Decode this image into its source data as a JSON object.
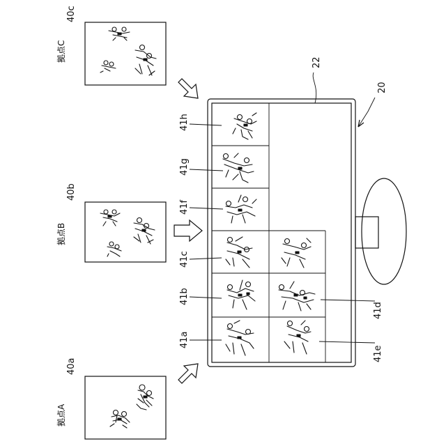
{
  "sites": [
    {
      "id": "40a",
      "name": "拠点A"
    },
    {
      "id": "40b",
      "name": "拠点B"
    },
    {
      "id": "40c",
      "name": "拠点C"
    }
  ],
  "display": {
    "device_ref": "20",
    "screen_ref": "22"
  },
  "tiles": [
    {
      "ref": "41a"
    },
    {
      "ref": "41b"
    },
    {
      "ref": "41c"
    },
    {
      "ref": "41d"
    },
    {
      "ref": "41e"
    },
    {
      "ref": "41f"
    },
    {
      "ref": "41g"
    },
    {
      "ref": "41h"
    }
  ]
}
